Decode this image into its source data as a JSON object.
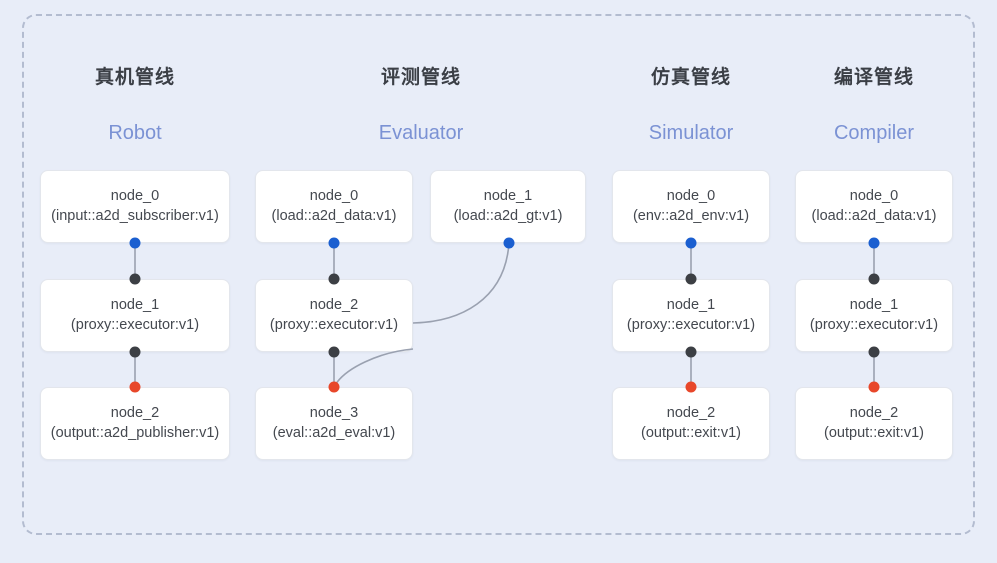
{
  "diagram": {
    "background_color": "#e8edf8",
    "frame_style": "dashed-rounded",
    "accent_colors": {
      "title": "#3b3f46",
      "subtitle": "#7b92d4",
      "port_input": "#1b5fd0",
      "port_middle": "#3c3f44",
      "port_output": "#e8472a",
      "edge": "#8f96a6",
      "node_bg": "#ffffff",
      "node_border": "#e3e6ec"
    },
    "columns": [
      {
        "id": "robot",
        "title": "真机管线",
        "subtitle": "Robot",
        "nodes": [
          {
            "name": "node_0",
            "type": "(input::a2d_subscriber:v1)"
          },
          {
            "name": "node_1",
            "type": "(proxy::executor:v1)"
          },
          {
            "name": "node_2",
            "type": "(output::a2d_publisher:v1)"
          }
        ]
      },
      {
        "id": "evaluator",
        "title": "评测管线",
        "subtitle": "Evaluator",
        "nodes": [
          {
            "name": "node_0",
            "type": "(load::a2d_data:v1)"
          },
          {
            "name": "node_1",
            "type": "(load::a2d_gt:v1)"
          },
          {
            "name": "node_2",
            "type": "(proxy::executor:v1)"
          },
          {
            "name": "node_3",
            "type": "(eval::a2d_eval:v1)"
          }
        ]
      },
      {
        "id": "simulator",
        "title": "仿真管线",
        "subtitle": "Simulator",
        "nodes": [
          {
            "name": "node_0",
            "type": "(env::a2d_env:v1)"
          },
          {
            "name": "node_1",
            "type": "(proxy::executor:v1)"
          },
          {
            "name": "node_2",
            "type": "(output::exit:v1)"
          }
        ]
      },
      {
        "id": "compiler",
        "title": "编译管线",
        "subtitle": "Compiler",
        "nodes": [
          {
            "name": "node_0",
            "type": "(load::a2d_data:v1)"
          },
          {
            "name": "node_1",
            "type": "(proxy::executor:v1)"
          },
          {
            "name": "node_2",
            "type": "(output::exit:v1)"
          }
        ]
      }
    ]
  }
}
